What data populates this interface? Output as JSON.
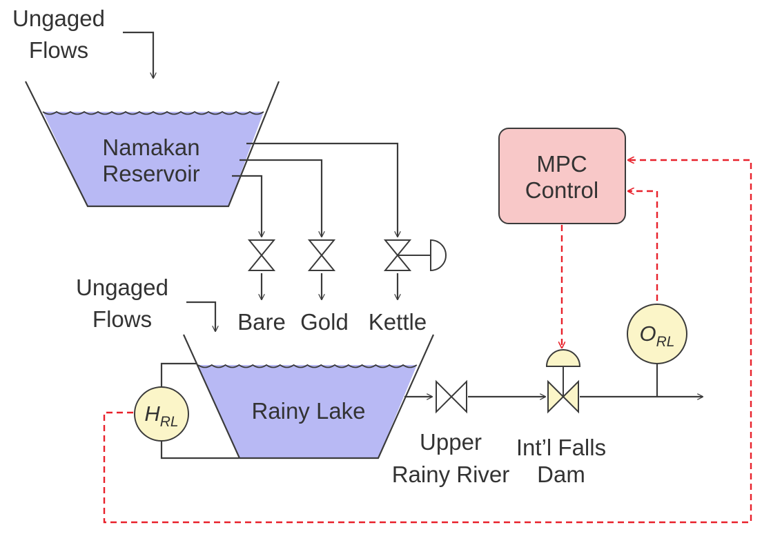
{
  "labels": {
    "ungaged_top_1": "Ungaged",
    "ungaged_top_2": "Flows",
    "namakan_1": "Namakan",
    "namakan_2": "Reservoir",
    "ungaged_mid_1": "Ungaged",
    "ungaged_mid_2": "Flows",
    "bare": "Bare",
    "gold": "Gold",
    "kettle": "Kettle",
    "mpc_1": "MPC",
    "mpc_2": "Control",
    "rainy_lake": "Rainy Lake",
    "upper_1": "Upper",
    "upper_2": "Rainy River",
    "falls_1": "Int’l Falls",
    "falls_2": "Dam",
    "h_main": "H",
    "h_sub": "RL",
    "o_main": "O",
    "o_sub": "RL"
  },
  "colors": {
    "water": "#b8b9f4",
    "mpc_fill": "#f8c8c8",
    "sensor_fill": "#fbf5c8",
    "dashed_signal": "#e8202a"
  }
}
